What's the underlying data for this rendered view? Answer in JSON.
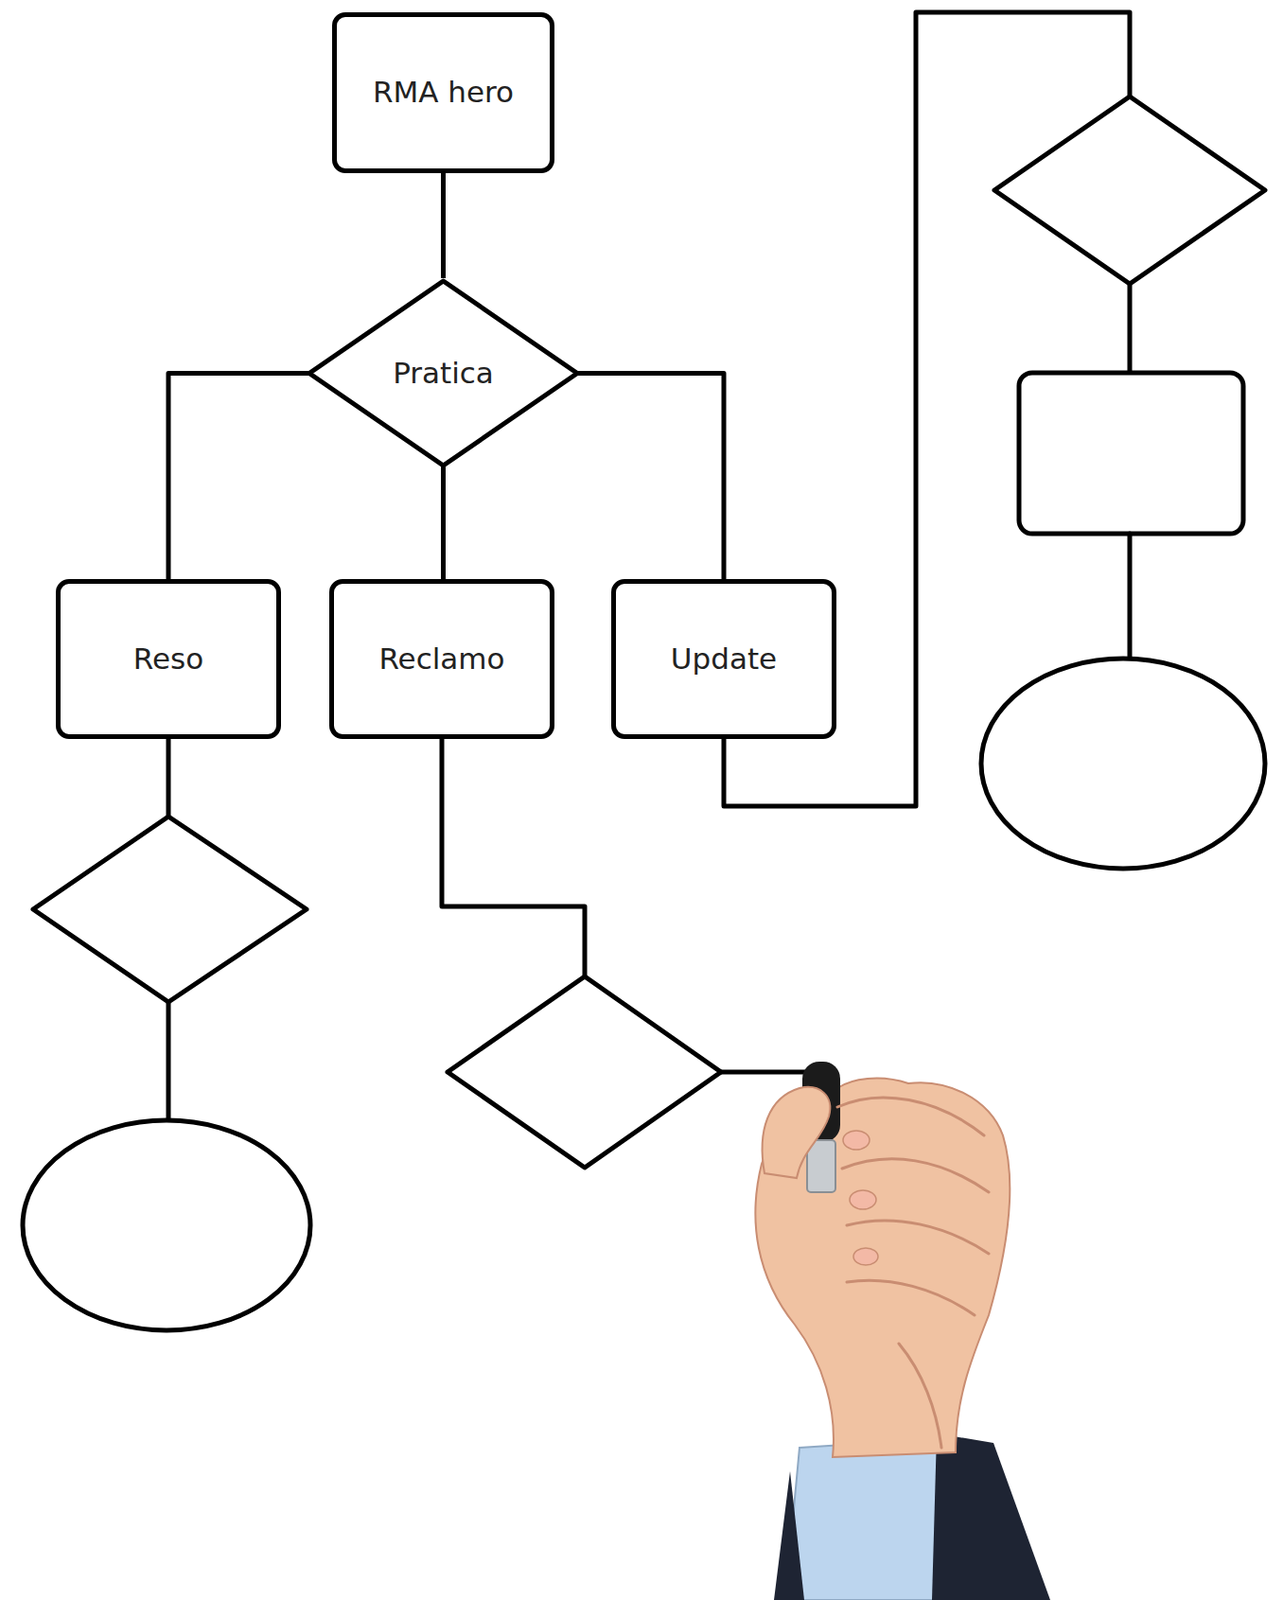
{
  "diagram": {
    "nodes": [
      {
        "text": [
          "RMA hero"
        ]
      },
      {
        "text": [
          "Pratica"
        ]
      },
      {
        "text": [
          "Reso"
        ]
      },
      {
        "text": [
          "Reclamo"
        ]
      },
      {
        "text": [
          "Update"
        ]
      }
    ],
    "edges": [
      {
        "from": 0,
        "to": 1,
        "arrow": "none"
      },
      {
        "from": 1,
        "to": 2,
        "arrow": "none"
      },
      {
        "from": 1,
        "to": 3,
        "arrow": "none"
      },
      {
        "from": 1,
        "to": 4,
        "arrow": "none"
      }
    ]
  }
}
